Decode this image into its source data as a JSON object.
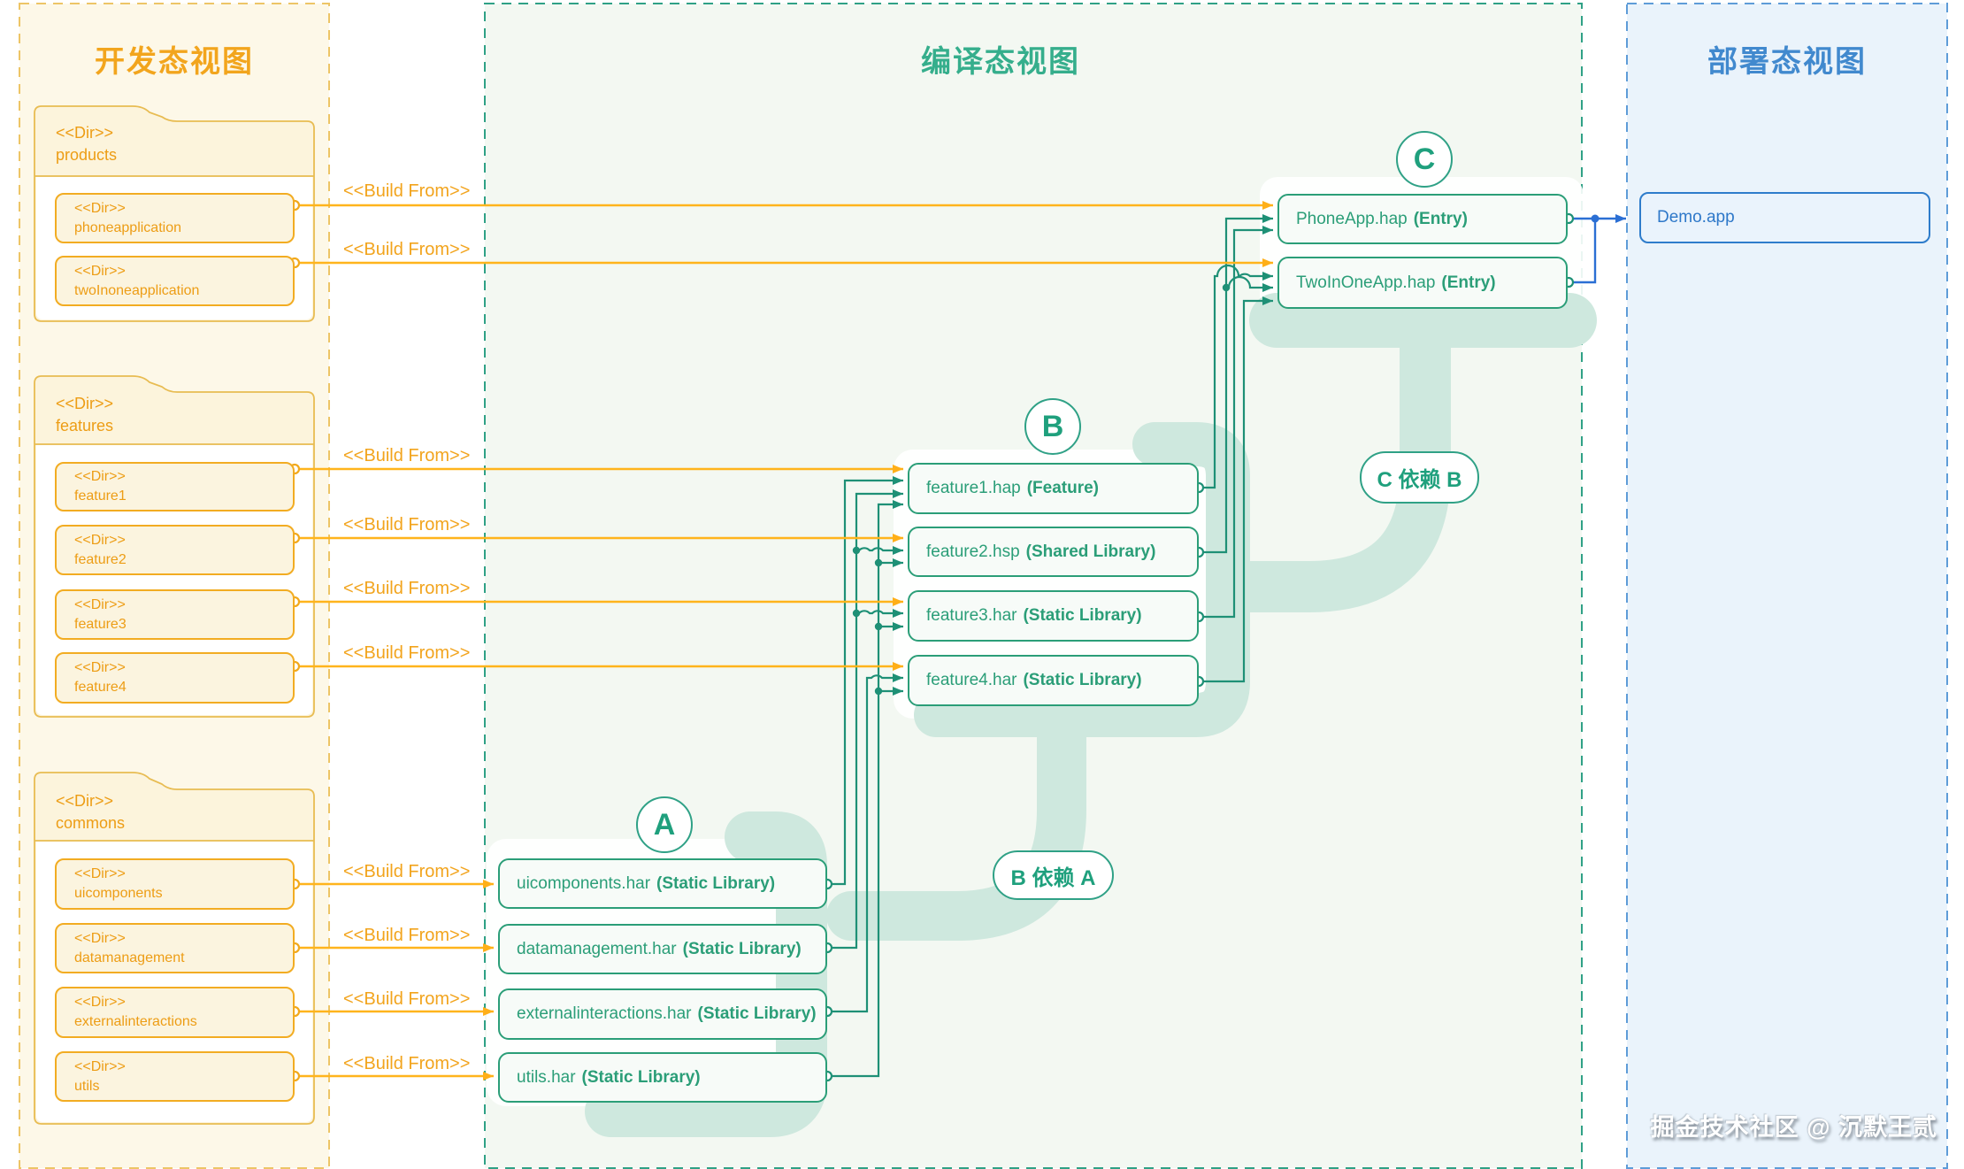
{
  "titles": {
    "dev": "开发态视图",
    "build": "编译态视图",
    "deploy": "部署态视图"
  },
  "build_from": "<<Build From>>",
  "folders": [
    {
      "stereo": "<<Dir>>",
      "name": "products",
      "items": [
        {
          "stereo": "<<Dir>>",
          "name": "phoneapplication"
        },
        {
          "stereo": "<<Dir>>",
          "name": "twoInoneapplication"
        }
      ]
    },
    {
      "stereo": "<<Dir>>",
      "name": "features",
      "items": [
        {
          "stereo": "<<Dir>>",
          "name": "feature1"
        },
        {
          "stereo": "<<Dir>>",
          "name": "feature2"
        },
        {
          "stereo": "<<Dir>>",
          "name": "feature3"
        },
        {
          "stereo": "<<Dir>>",
          "name": "feature4"
        }
      ]
    },
    {
      "stereo": "<<Dir>>",
      "name": "commons",
      "items": [
        {
          "stereo": "<<Dir>>",
          "name": "uicomponents"
        },
        {
          "stereo": "<<Dir>>",
          "name": "datamanagement"
        },
        {
          "stereo": "<<Dir>>",
          "name": "externalinteractions"
        },
        {
          "stereo": "<<Dir>>",
          "name": "utils"
        }
      ]
    }
  ],
  "groups": [
    {
      "letter": "A",
      "boxes": [
        {
          "name": "uicomponents.har",
          "type": "(Static Library)"
        },
        {
          "name": "datamanagement.har",
          "type": "(Static Library)"
        },
        {
          "name": "externalinteractions.har",
          "type": "(Static Library)"
        },
        {
          "name": "utils.har",
          "type": "(Static Library)"
        }
      ]
    },
    {
      "letter": "B",
      "boxes": [
        {
          "name": "feature1.hap",
          "type": "(Feature)"
        },
        {
          "name": "feature2.hsp",
          "type": "(Shared Library)"
        },
        {
          "name": "feature3.har",
          "type": "(Static Library)"
        },
        {
          "name": "feature4.har",
          "type": "(Static Library)"
        }
      ]
    },
    {
      "letter": "C",
      "boxes": [
        {
          "name": "PhoneApp.hap",
          "type": "(Entry)"
        },
        {
          "name": "TwoInOneApp.hap",
          "type": "(Entry)"
        }
      ]
    }
  ],
  "pills": [
    {
      "label": "C 依赖 B"
    },
    {
      "label": "B 依赖 A"
    }
  ],
  "deploy": {
    "app": "Demo.app"
  },
  "watermark": "掘金技术社区 @ 沉默王贰",
  "colors": {
    "yellow": "#F2AC22",
    "orange_text": "#ED9D15",
    "teal": "#2B9E78",
    "teal_line": "#1E9076",
    "blue": "#2E7CCB",
    "band": "#CEE8DE",
    "dev_bg": "#FDF8E8",
    "build_bg": "#F3F8F2",
    "deploy_bg": "#EAF3FB"
  }
}
